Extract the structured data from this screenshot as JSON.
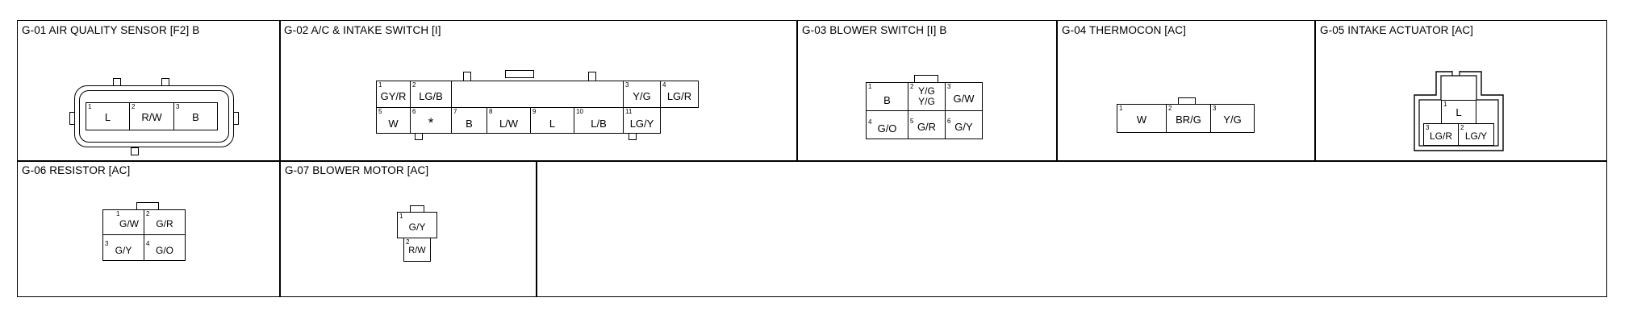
{
  "diagram": {
    "panels": [
      {
        "id": "g01",
        "title": "G-01 AIR QUALITY SENSOR [F2] B",
        "pins": [
          {
            "n": "1",
            "label": "L"
          },
          {
            "n": "2",
            "label": "R/W"
          },
          {
            "n": "3",
            "label": "B"
          }
        ]
      },
      {
        "id": "g02",
        "title": "G-02 A/C & INTAKE SWITCH [I]",
        "pins": [
          {
            "n": "1",
            "label": "GY/R"
          },
          {
            "n": "2",
            "label": "LG/B"
          },
          {
            "n": "3",
            "label": "Y/G"
          },
          {
            "n": "4",
            "label": "LG/R"
          },
          {
            "n": "5",
            "label": "W"
          },
          {
            "n": "6",
            "label": "*"
          },
          {
            "n": "7",
            "label": "B"
          },
          {
            "n": "8",
            "label": "L/W"
          },
          {
            "n": "9",
            "label": "L"
          },
          {
            "n": "10",
            "label": "L/B"
          },
          {
            "n": "11",
            "label": "LG/Y"
          }
        ]
      },
      {
        "id": "g03",
        "title": "G-03 BLOWER SWITCH [I] B",
        "pins": [
          {
            "n": "1",
            "label": "B"
          },
          {
            "n": "2",
            "label": "Y/G",
            "label2": "Y/G"
          },
          {
            "n": "3",
            "label": "G/W"
          },
          {
            "n": "4",
            "label": "G/O"
          },
          {
            "n": "5",
            "label": "G/R"
          },
          {
            "n": "6",
            "label": "G/Y"
          }
        ]
      },
      {
        "id": "g04",
        "title": "G-04 THERMOCON [AC]",
        "pins": [
          {
            "n": "1",
            "label": "W"
          },
          {
            "n": "2",
            "label": "BR/G"
          },
          {
            "n": "3",
            "label": "Y/G"
          }
        ]
      },
      {
        "id": "g05",
        "title": "G-05 INTAKE ACTUATOR [AC]",
        "pins": [
          {
            "n": "1",
            "label": "L"
          },
          {
            "n": "3",
            "label": "LG/R"
          },
          {
            "n": "2",
            "label": "LG/Y"
          }
        ]
      },
      {
        "id": "g06",
        "title": "G-06 RESISTOR [AC]",
        "pins": [
          {
            "n": "1",
            "label": "G/W"
          },
          {
            "n": "2",
            "label": "G/R"
          },
          {
            "n": "3",
            "label": "G/Y"
          },
          {
            "n": "4",
            "label": "G/O"
          }
        ]
      },
      {
        "id": "g07",
        "title": "G-07 BLOWER MOTOR [AC]",
        "pins": [
          {
            "n": "1",
            "label": "G/Y"
          },
          {
            "n": "2",
            "label": "R/W"
          }
        ]
      }
    ]
  }
}
